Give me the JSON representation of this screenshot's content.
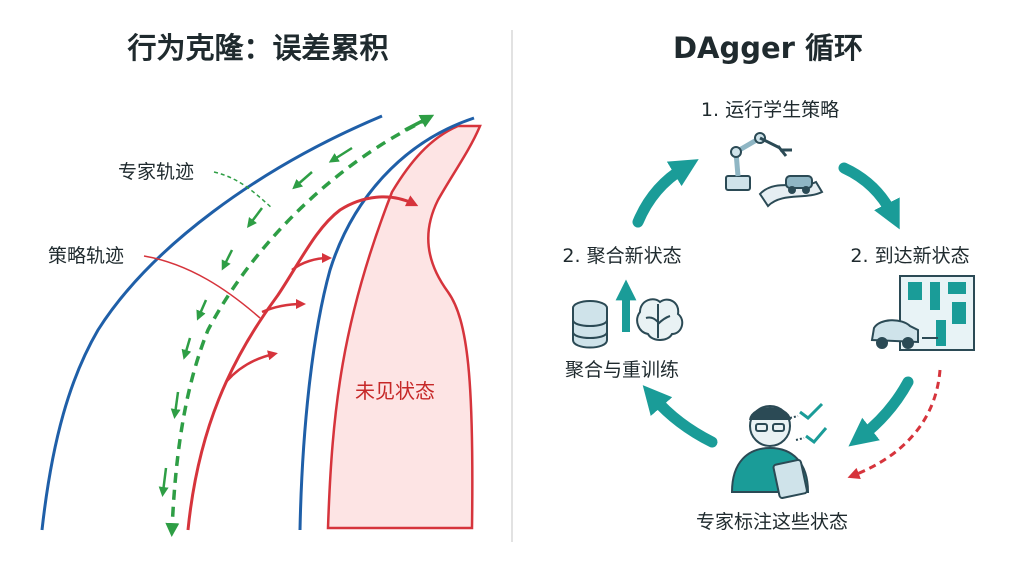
{
  "left_panel": {
    "title": "行为克隆：误差累积",
    "expert_label": "专家轨迹",
    "policy_label": "策略轨迹",
    "unseen_label": "未见状态"
  },
  "right_panel": {
    "title": "DAgger 循环",
    "steps": [
      {
        "label": "1. 运行学生策略",
        "icon": "robot-arm-car-icon"
      },
      {
        "label": "2. 到达新状态",
        "icon": "map-car-icon"
      },
      {
        "label": "专家标注这些状态",
        "icon": "expert-tablet-icon"
      },
      {
        "label": "2. 聚合新状态",
        "icon": "database-brain-icon"
      },
      {
        "label": "聚合与重训练",
        "icon": ""
      }
    ]
  },
  "colors": {
    "boundary_blue": "#1f5fa8",
    "expert_green": "#2e9e45",
    "policy_red": "#d6343c",
    "unseen_fill": "#fde4e4",
    "cycle_teal": "#1a9c98",
    "divider": "#d9d9d9"
  }
}
